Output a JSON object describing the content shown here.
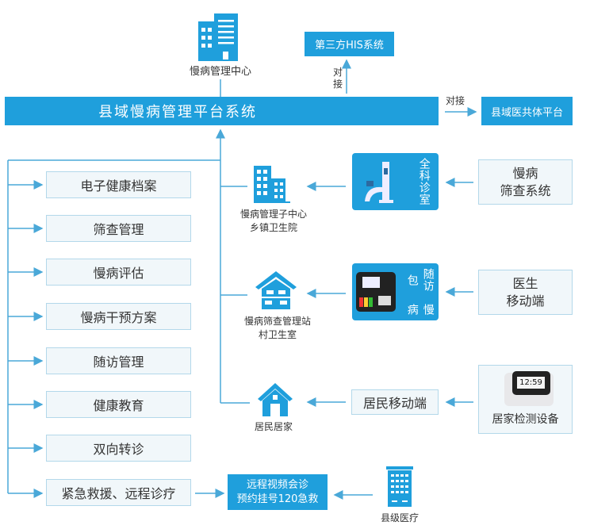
{
  "top": {
    "center_label": "慢病管理中心",
    "his": "第三方HIS系统",
    "link_up": "对接",
    "link_right": "对接",
    "platform": "县域慢病管理平台系统",
    "medical_alliance": "县域医共体平台"
  },
  "left_items": [
    "电子健康档案",
    "筛查管理",
    "慢病评估",
    "慢病干预方案",
    "随访管理",
    "健康教育",
    "双向转诊",
    "紧急救援、远程诊疗"
  ],
  "rows": {
    "sub_center": [
      "慢病管理子中心",
      "乡镇卫生院"
    ],
    "clinic_label": "全科诊室",
    "screening_system": [
      "慢病",
      "筛查系统"
    ],
    "station": [
      "慢病筛查管理站",
      "村卫生室"
    ],
    "kit_label": [
      "慢病",
      "随访包"
    ],
    "doctor_mobile": [
      "医生",
      "移动端"
    ],
    "home": "居民居家",
    "resident_mobile": "居民移动端",
    "home_device": "居家检测设备",
    "device_display": "12:59",
    "remote": [
      "远程视频会诊",
      "预约挂号120急救"
    ],
    "county_medical": "县级医疗"
  },
  "colors": {
    "accent": "#1f9fdc",
    "line": "#4aa8d8"
  }
}
